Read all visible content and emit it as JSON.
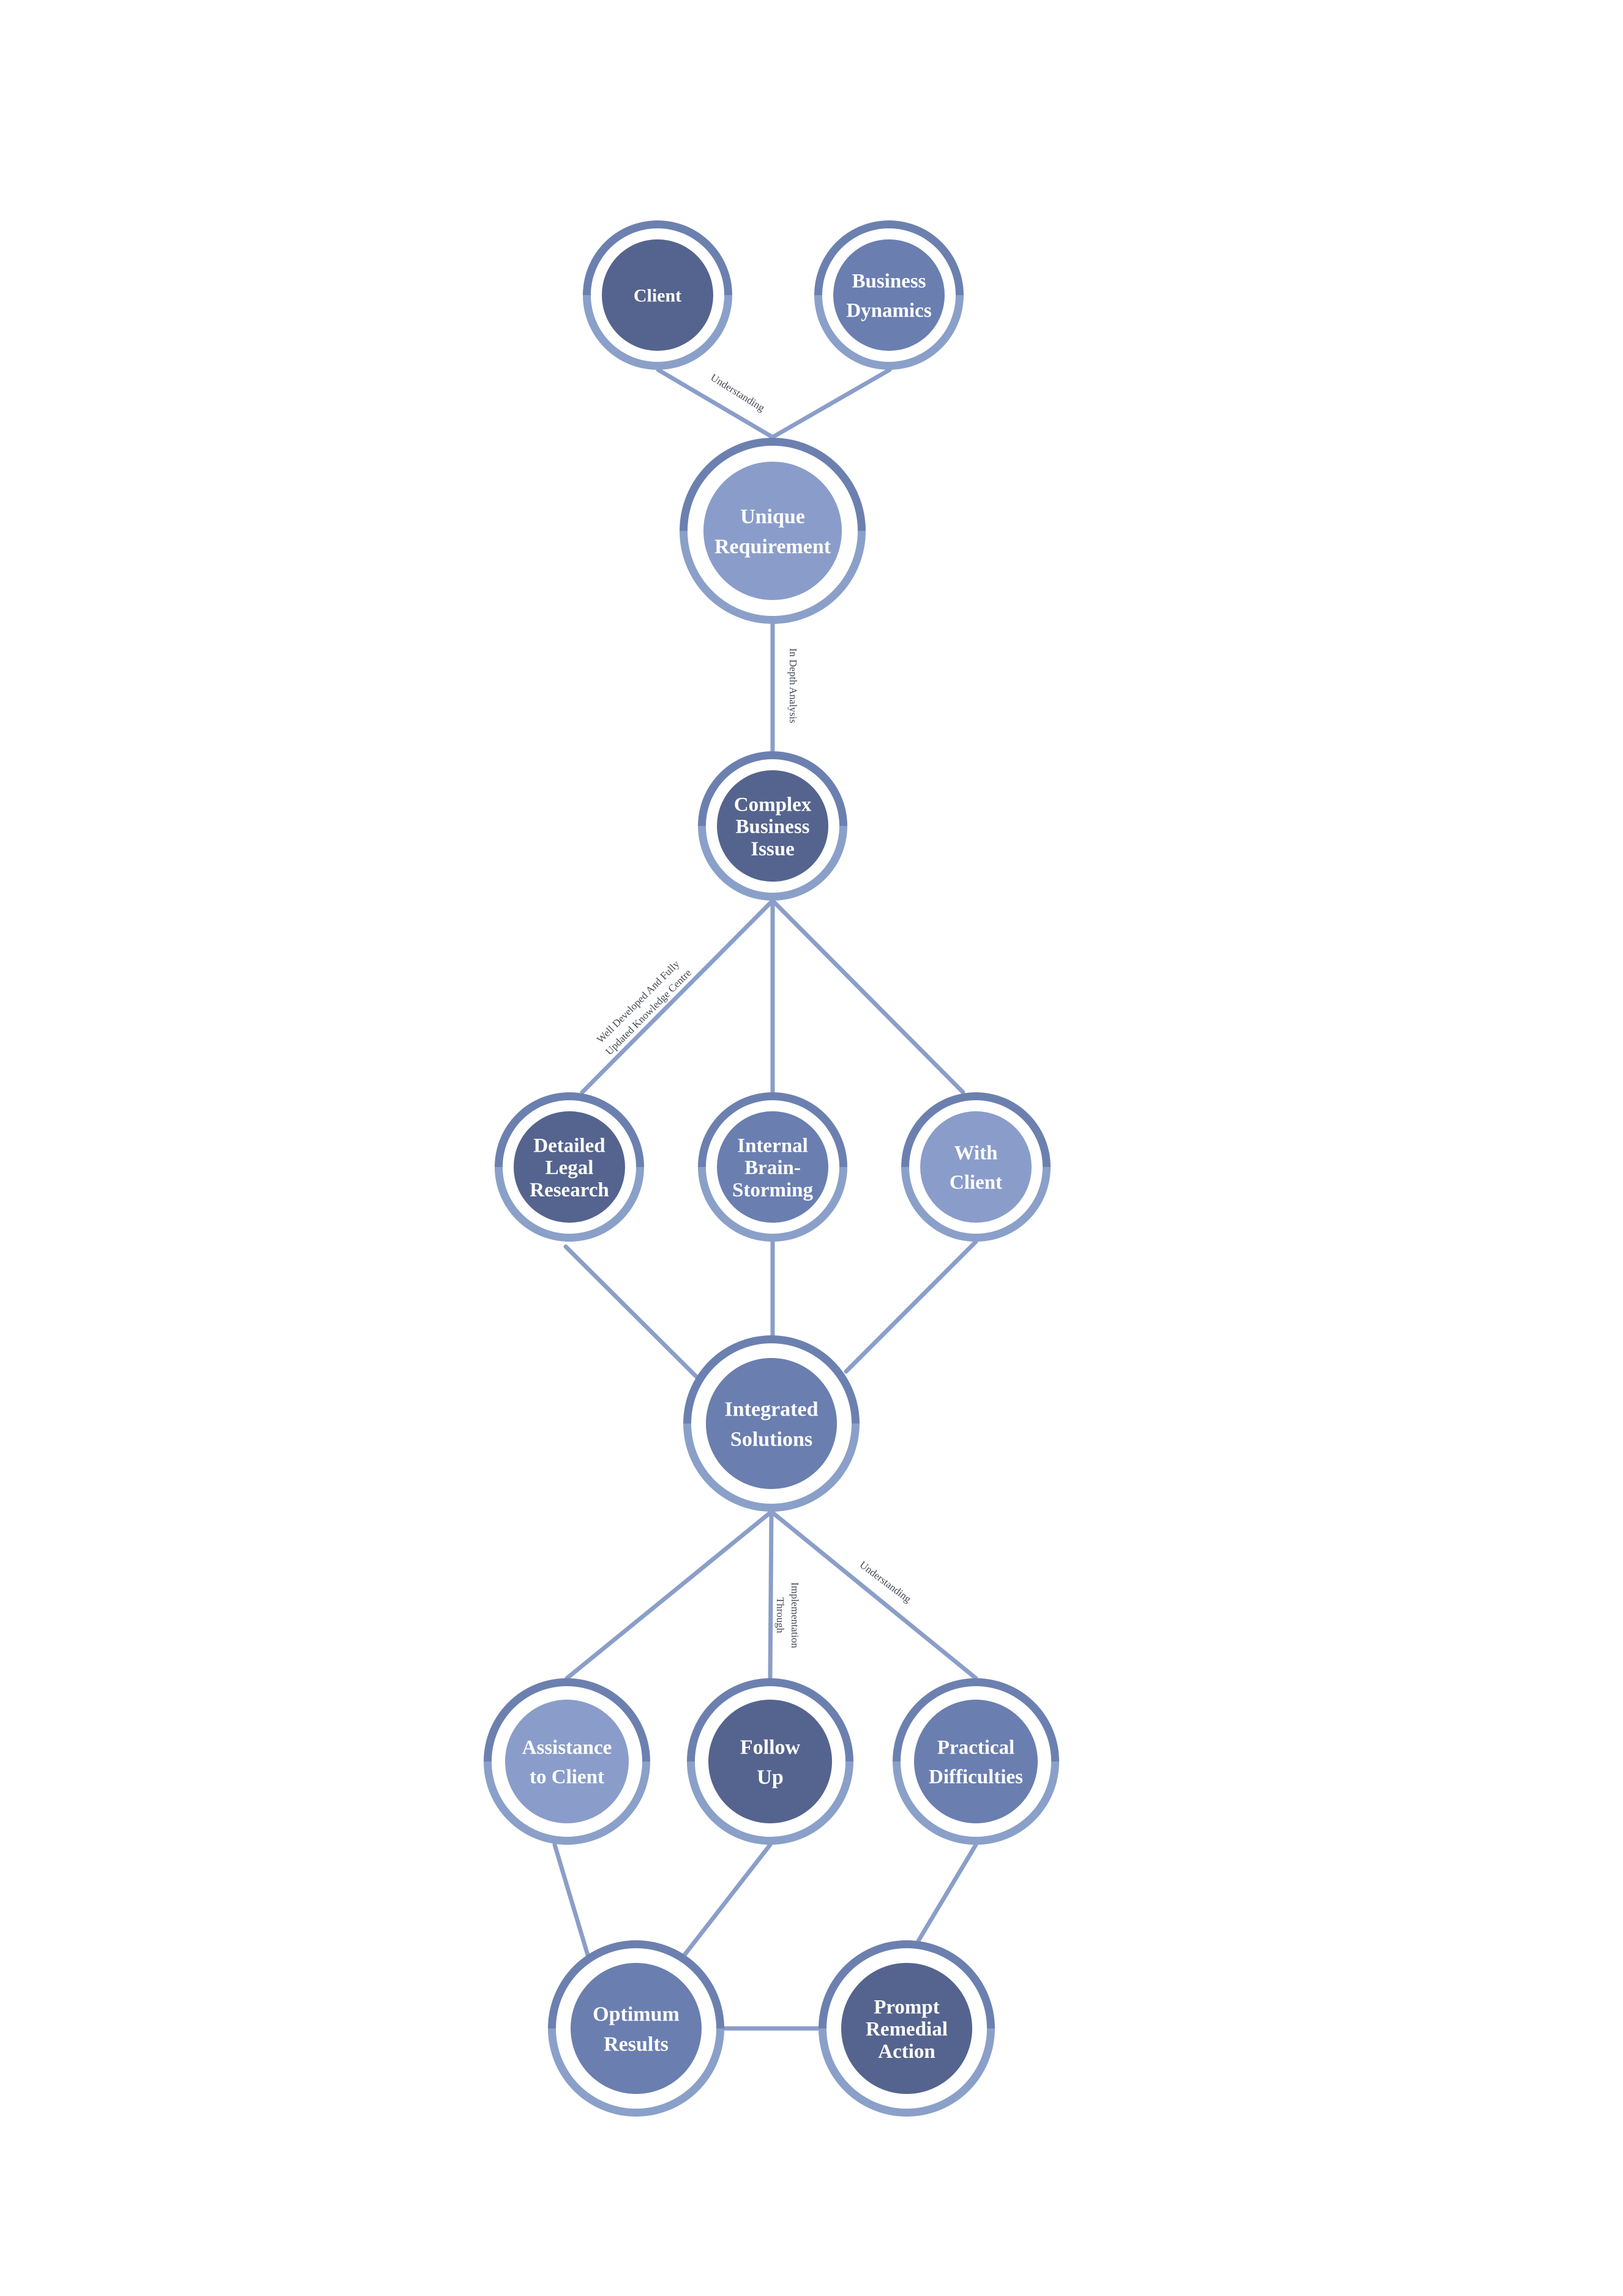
{
  "palette": {
    "ring_top": "#6c80b0",
    "ring_bottom": "#8aa0c9",
    "edge": "#8a9ec8",
    "dark": "#55648e",
    "mid": "#6a7eb0",
    "light": "#8a9dca"
  },
  "nodes": [
    {
      "id": "client",
      "lines": [
        "Client"
      ],
      "tone": "dark"
    },
    {
      "id": "business-dynamics",
      "lines": [
        "Business",
        "Dynamics"
      ],
      "tone": "mid"
    },
    {
      "id": "unique-requirement",
      "lines": [
        "Unique",
        "Requirement"
      ],
      "tone": "light"
    },
    {
      "id": "complex-business-issue",
      "lines": [
        "Complex",
        "Business",
        "Issue"
      ],
      "tone": "dark"
    },
    {
      "id": "detailed-legal-research",
      "lines": [
        "Detailed",
        "Legal",
        "Research"
      ],
      "tone": "dark"
    },
    {
      "id": "internal-brain-storming",
      "lines": [
        "Internal",
        "Brain-",
        "Storming"
      ],
      "tone": "mid"
    },
    {
      "id": "with-client",
      "lines": [
        "With",
        "Client"
      ],
      "tone": "light"
    },
    {
      "id": "integrated-solutions",
      "lines": [
        "Integrated",
        "Solutions"
      ],
      "tone": "mid"
    },
    {
      "id": "assistance-to-client",
      "lines": [
        "Assistance",
        "to Client"
      ],
      "tone": "light"
    },
    {
      "id": "follow-up",
      "lines": [
        "Follow",
        "Up"
      ],
      "tone": "dark"
    },
    {
      "id": "practical-difficulties",
      "lines": [
        "Practical",
        "Difficulties"
      ],
      "tone": "mid"
    },
    {
      "id": "optimum-results",
      "lines": [
        "Optimum",
        "Results"
      ],
      "tone": "mid"
    },
    {
      "id": "prompt-remedial-action",
      "lines": [
        "Prompt",
        "Remedial",
        "Action"
      ],
      "tone": "dark"
    }
  ],
  "edges": [
    {
      "from": "client",
      "to": "unique-requirement"
    },
    {
      "from": "business-dynamics",
      "to": "unique-requirement"
    },
    {
      "from": "unique-requirement",
      "to": "complex-business-issue"
    },
    {
      "from": "complex-business-issue",
      "to": "detailed-legal-research"
    },
    {
      "from": "complex-business-issue",
      "to": "internal-brain-storming"
    },
    {
      "from": "complex-business-issue",
      "to": "with-client"
    },
    {
      "from": "detailed-legal-research",
      "to": "integrated-solutions"
    },
    {
      "from": "internal-brain-storming",
      "to": "integrated-solutions"
    },
    {
      "from": "with-client",
      "to": "integrated-solutions"
    },
    {
      "from": "integrated-solutions",
      "to": "assistance-to-client"
    },
    {
      "from": "integrated-solutions",
      "to": "follow-up"
    },
    {
      "from": "integrated-solutions",
      "to": "practical-difficulties"
    },
    {
      "from": "assistance-to-client",
      "to": "optimum-results"
    },
    {
      "from": "follow-up",
      "to": "optimum-results"
    },
    {
      "from": "practical-difficulties",
      "to": "prompt-remedial-action"
    },
    {
      "from": "optimum-results",
      "to": "prompt-remedial-action"
    }
  ],
  "edge_labels": [
    {
      "id": "understanding-top",
      "lines": [
        "Understanding"
      ]
    },
    {
      "id": "in-depth-analysis",
      "lines": [
        "In Depth Analysis"
      ]
    },
    {
      "id": "knowledge-centre",
      "lines": [
        "Well Developed And Fully",
        "Updated Knowledge Centre"
      ]
    },
    {
      "id": "implementation-through",
      "lines": [
        "Implementation",
        "Through"
      ]
    },
    {
      "id": "understanding-bottom",
      "lines": [
        "Understanding"
      ]
    }
  ]
}
